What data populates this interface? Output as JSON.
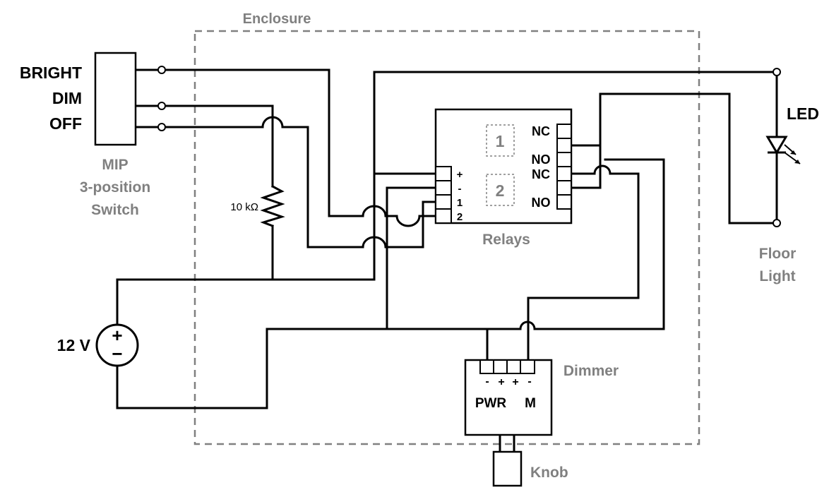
{
  "enclosure": {
    "label": "Enclosure"
  },
  "switch": {
    "positions": [
      "BRIGHT",
      "DIM",
      "OFF"
    ],
    "label_lines": [
      "MIP",
      "3-position",
      "Switch"
    ]
  },
  "resistor": {
    "label": "10 kΩ"
  },
  "power_supply": {
    "label": "12 V",
    "plus": "+",
    "minus": "−"
  },
  "relays": {
    "label": "Relays",
    "relay_numbers": [
      "1",
      "2"
    ],
    "input_pins": [
      "+",
      "-",
      "1",
      "2"
    ],
    "contacts": [
      "NC",
      "NO",
      "NC",
      "NO"
    ]
  },
  "led": {
    "label": "LED"
  },
  "floor_light": {
    "label_lines": [
      "Floor",
      "Light"
    ]
  },
  "dimmer": {
    "label": "Dimmer",
    "pin_signs": [
      "-",
      "+",
      "+",
      "-"
    ],
    "pwr_label": "PWR",
    "m_label": "M"
  },
  "knob": {
    "label": "Knob"
  }
}
